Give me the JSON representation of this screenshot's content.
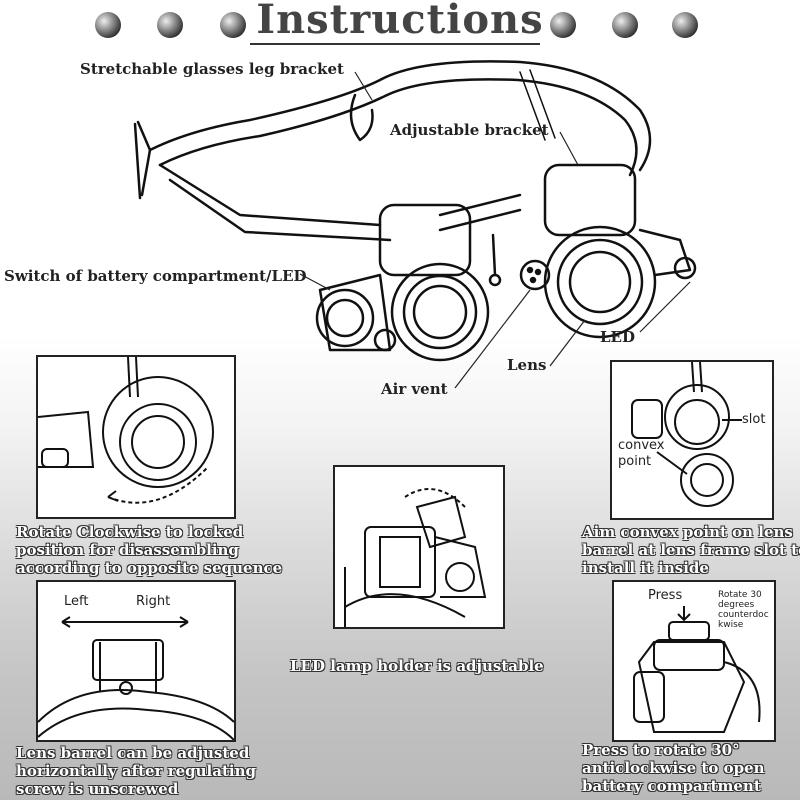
{
  "title": "Instructions",
  "callouts": {
    "leg_bracket": "Stretchable glasses leg bracket",
    "adjustable_bracket": "Adjustable bracket",
    "switch": "Switch of battery compartment/LED",
    "led": "LED",
    "lens": "Lens",
    "air_vent": "Air vent"
  },
  "panels": {
    "rotate": {
      "lines": [
        "Rotate Clockwise to locked",
        "position for disassembling",
        "according to opposite sequence"
      ]
    },
    "aim": {
      "slot_label": "slot",
      "convex_label_1": "convex",
      "convex_label_2": "point",
      "lines": [
        "Aim convex point on lens",
        "barrel at lens frame slot to",
        "install it inside"
      ]
    },
    "lamp": {
      "caption": "LED lamp holder is adjustable"
    },
    "barrel": {
      "left_label": "Left",
      "right_label": "Right",
      "lines": [
        "Lens barrel can be adjusted",
        "horizontally after regulating",
        "screw is unscrewed"
      ]
    },
    "battery": {
      "press_label": "Press",
      "rotate_note": [
        "Rotate 30",
        "degrees",
        "counterdoc",
        "kwise"
      ],
      "lines": [
        "Press to rotate 30°",
        "anticlockwise to open",
        "battery compartment"
      ]
    }
  }
}
